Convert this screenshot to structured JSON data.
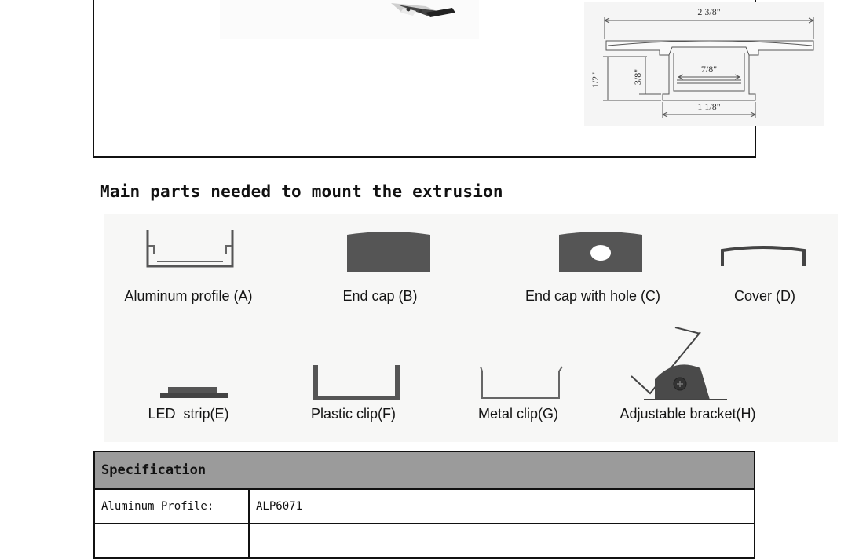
{
  "drawing": {
    "overall_width": "2 3/8\"",
    "height": "1/2\"",
    "inner_height": "3/8\"",
    "channel_width": "7/8\"",
    "base_width": "1 1/8\""
  },
  "parts_section": {
    "title": "Main parts needed to mount the extrusion",
    "parts": [
      {
        "label": "Aluminum profile (A)",
        "icon": "aluminum-profile-icon"
      },
      {
        "label": "End cap (B)",
        "icon": "end-cap-icon"
      },
      {
        "label": "End cap with hole (C)",
        "icon": "end-cap-with-hole-icon"
      },
      {
        "label": "Cover (D)",
        "icon": "cover-icon"
      },
      {
        "label": "LED  strip(E)",
        "icon": "led-strip-icon"
      },
      {
        "label": "Plastic clip(F)",
        "icon": "plastic-clip-icon"
      },
      {
        "label": "Metal clip(G)",
        "icon": "metal-clip-icon"
      },
      {
        "label": "Adjustable bracket(H)",
        "icon": "adjustable-bracket-icon"
      }
    ]
  },
  "specification": {
    "header": "Specification",
    "rows": [
      {
        "key": "Aluminum Profile:",
        "value": "ALP6071"
      },
      {
        "key": "",
        "value": ""
      }
    ]
  }
}
